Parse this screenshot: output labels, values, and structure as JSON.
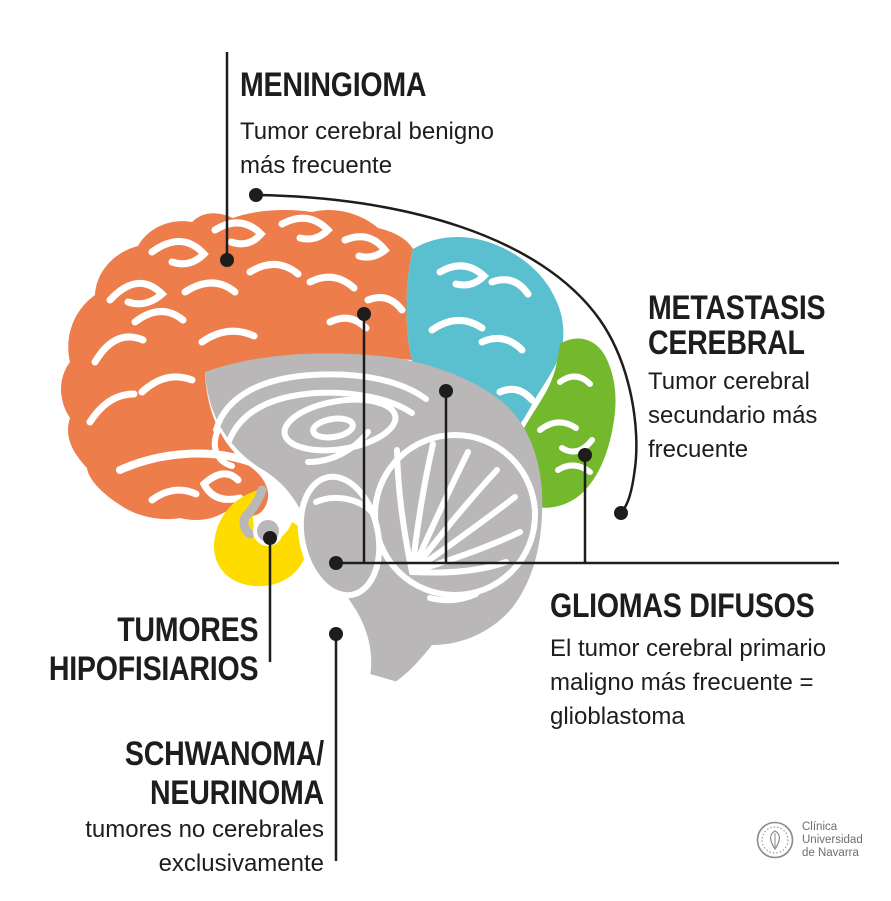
{
  "title": "Brain tumor infographic",
  "colors": {
    "orange": "#ED7D4B",
    "blue": "#5ABFCE",
    "green": "#74B82D",
    "yellow": "#FFDC00",
    "gray": "#B9B7B7",
    "line": "#1D1D1B",
    "logo_gray": "#8A8A8A"
  },
  "labels": {
    "meningioma": {
      "title": "MENINGIOMA",
      "description": "Tumor cerebral benigno\nmás frecuente"
    },
    "metastasis": {
      "title": "METASTASIS\nCEREBRAL",
      "description": "Tumor cerebral\nsecundario más\nfrecuente"
    },
    "gliomas": {
      "title": "GLIOMAS DIFUSOS",
      "description": "El tumor cerebral primario\nmaligno más frecuente =\nglioblastoma"
    },
    "hipofisiarios": {
      "title": "TUMORES\nHIPOFISIARIOS",
      "description": ""
    },
    "schwanoma": {
      "title": "SCHWANOMA/\nNEURINOMA",
      "description": "tumores no cerebrales\nexclusivamente"
    }
  },
  "regions": [
    {
      "name": "frontal-temporal-lobe",
      "color_key": "orange",
      "linked_label": "MENINGIOMA"
    },
    {
      "name": "parietal-lobe",
      "color_key": "blue",
      "linked_label": "GLIOMAS DIFUSOS"
    },
    {
      "name": "occipital-lobe",
      "color_key": "green",
      "linked_label": "GLIOMAS DIFUSOS"
    },
    {
      "name": "pituitary-area",
      "color_key": "yellow",
      "linked_label": "TUMORES HIPOFISIARIOS"
    },
    {
      "name": "inner-brain-brainstem-cerebellum",
      "color_key": "gray",
      "linked_label": "SCHWANOMA/NEURINOMA"
    }
  ],
  "logo": {
    "text": "Clínica\nUniversidad\nde Navarra"
  }
}
